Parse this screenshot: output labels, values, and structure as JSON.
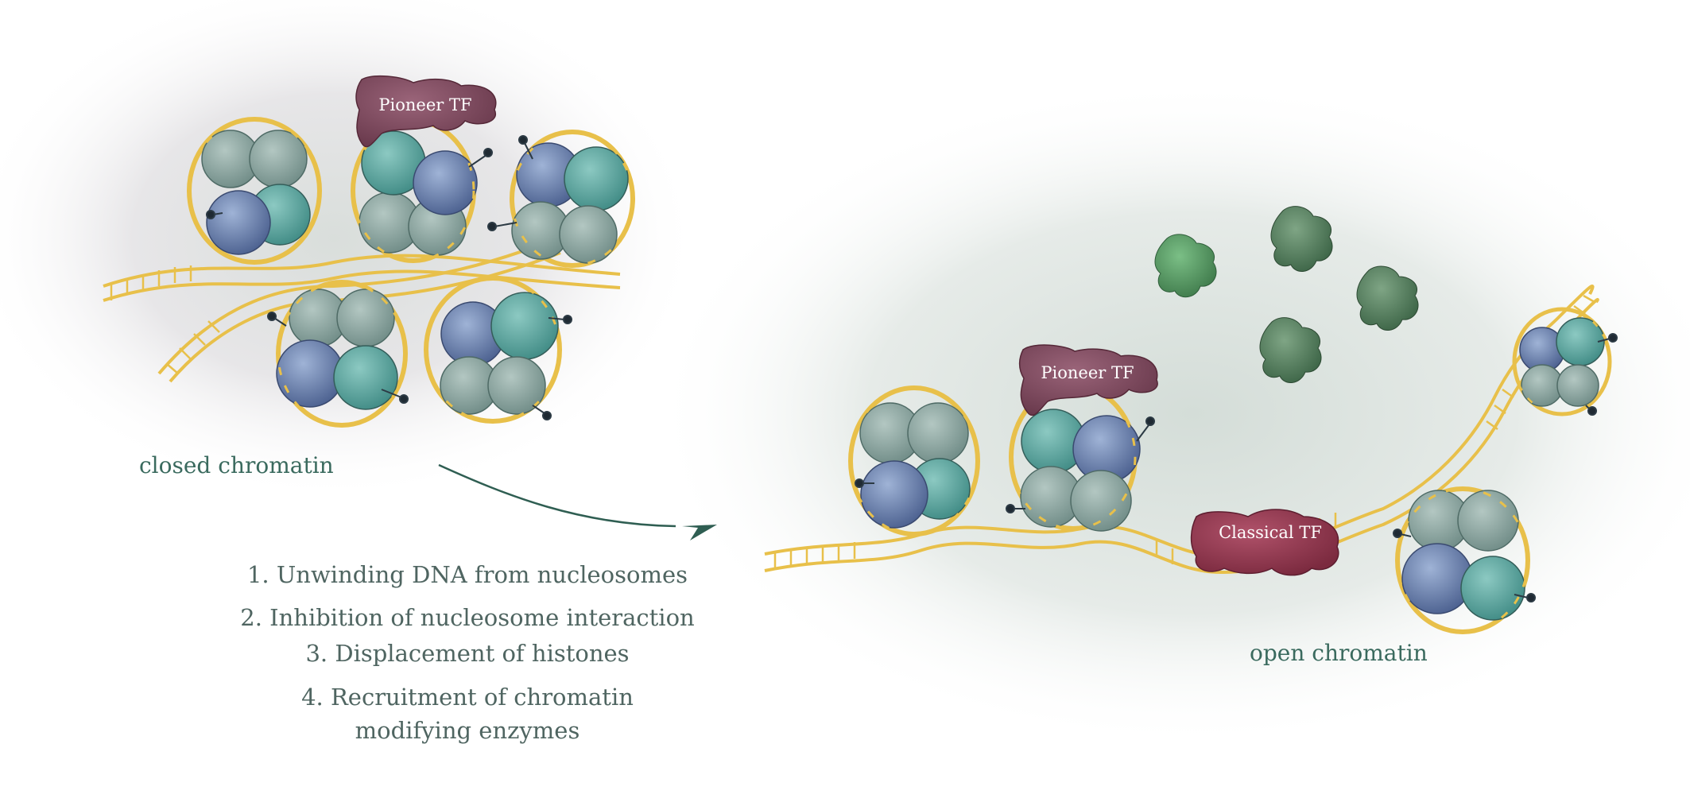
{
  "labels": {
    "pioneer_tf_top": "Pioneer TF",
    "pioneer_tf_right": "Pioneer TF",
    "classical_tf": "Classical TF",
    "closed_chromatin": "closed chromatin",
    "open_chromatin": "open chromatin"
  },
  "steps": [
    "1. Unwinding DNA from nucleosomes",
    "2. Inhibition of nucleosome interaction",
    "3. Displacement of histones",
    "4. Recruitment of chromatin",
    "modifying enzymes"
  ],
  "colors": {
    "dna": "#e8c04a",
    "histone_teal": "#5c9e98",
    "histone_blue": "#5e74a0",
    "histone_grey": "#8aa39e",
    "pioneer_tf": "#7a4559",
    "classical_tf": "#8e3148",
    "free_tf": "#4e8a5a",
    "arrow": "#2f5e52",
    "label_text": "#3a6a5e"
  }
}
